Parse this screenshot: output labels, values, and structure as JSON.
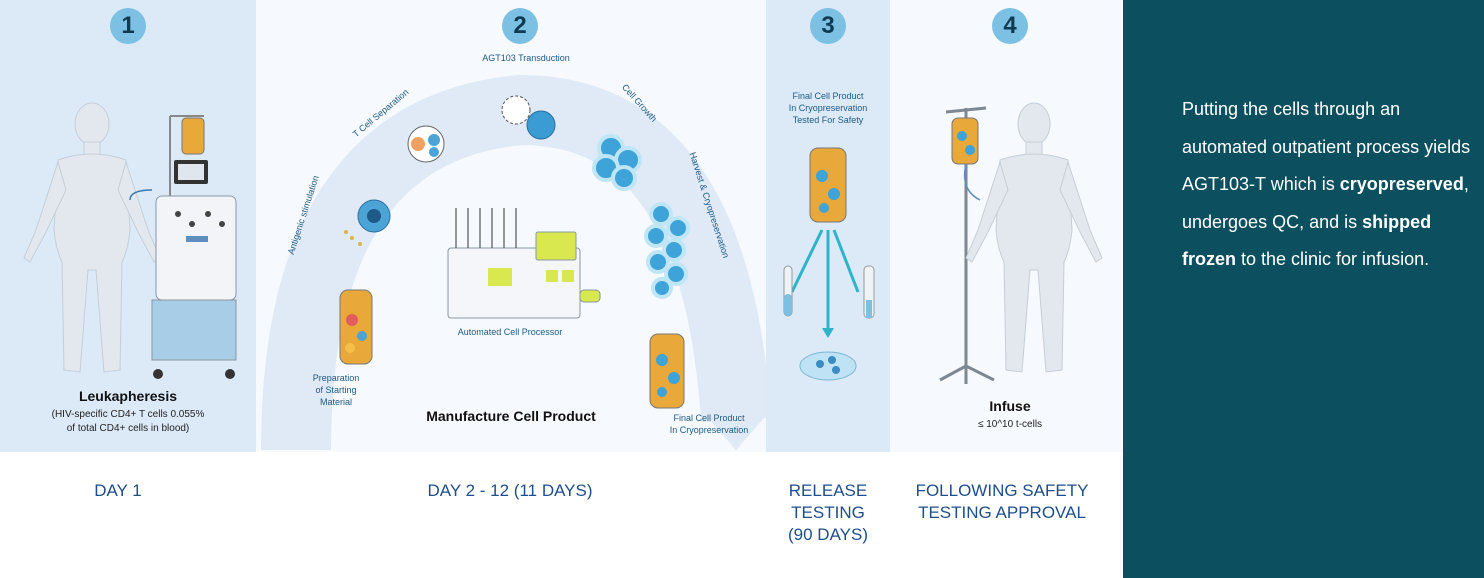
{
  "steps": [
    {
      "number": "1",
      "title": "Leukapheresis",
      "subtitle_1": "(HIV-specific CD4+ T cells 0.055%",
      "subtitle_2": "of total CD4+ cells in blood)",
      "day": "DAY 1"
    },
    {
      "number": "2",
      "title": "Manufacture Cell Product",
      "day": "DAY 2 - 12 (11 DAYS)",
      "labels": {
        "transduction": "AGT103 Transduction",
        "separation": "T Cell Separation",
        "growth": "Cell Growth",
        "harvest": "Harvest & Cryopreservation",
        "stimulation": "Antigenic stimulation",
        "prep_1": "Preparation",
        "prep_2": "of Starting",
        "prep_3": "Material",
        "processor": "Automated Cell Processor",
        "final_1": "Final Cell Product",
        "final_2": "In Cryopreservation"
      }
    },
    {
      "number": "3",
      "day_1": "RELEASE",
      "day_2": "TESTING",
      "day_3": "(90 DAYS)",
      "label_1": "Final Cell Product",
      "label_2": "In Cryopreservation",
      "label_3": "Tested For Safety"
    },
    {
      "number": "4",
      "title": "Infuse",
      "subtitle": "≤ 10^10 t-cells",
      "day_1": "FOLLOWING SAFETY",
      "day_2": "TESTING APPROVAL"
    }
  ],
  "side": {
    "p1": "Putting the cells through an automated outpatient process yields AGT103-T which is ",
    "b1": "cryopreserved",
    "p2": ", undergoes QC, and is ",
    "b2": "shipped frozen",
    "p3": " to the clinic for infusion."
  },
  "colors": {
    "accent": "#7cc0e3",
    "side_bg": "#0c4f5e",
    "day_text": "#1e4e8c"
  }
}
